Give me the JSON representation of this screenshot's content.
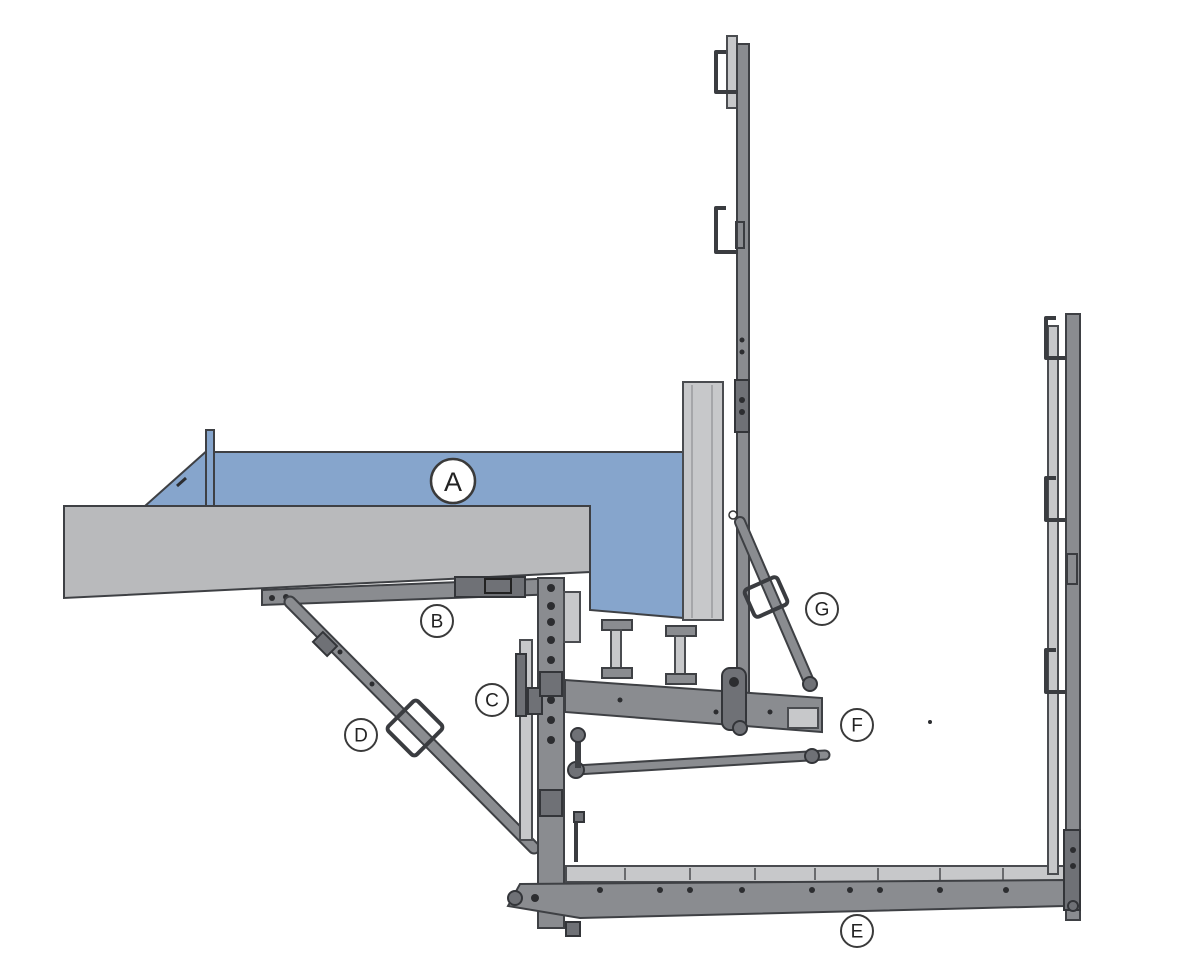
{
  "callouts": [
    {
      "id": "A",
      "label": "A"
    },
    {
      "id": "B",
      "label": "B"
    },
    {
      "id": "C",
      "label": "C"
    },
    {
      "id": "D",
      "label": "D"
    },
    {
      "id": "E",
      "label": "E"
    },
    {
      "id": "F",
      "label": "F"
    },
    {
      "id": "G",
      "label": "G"
    }
  ],
  "colors": {
    "formwork_blue": "#86a5cc",
    "slab_grey": "#b9babc",
    "steel": "#8a8c90",
    "outline": "#3e4044"
  }
}
